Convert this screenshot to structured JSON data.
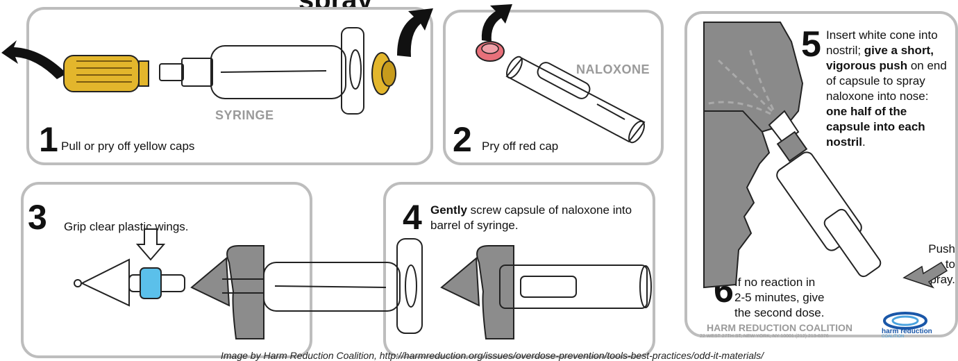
{
  "title_partial": "spray",
  "steps": [
    {
      "number": "1",
      "text": "Pull or pry off yellow caps",
      "component_label": "SYRINGE"
    },
    {
      "number": "2",
      "text": "Pry off red cap",
      "component_label": "NALOXONE"
    },
    {
      "number": "3",
      "text": "Grip clear plastic wings."
    },
    {
      "number": "4",
      "bold": "Gently",
      "text": " screw capsule of naloxone into barrel of syringe."
    },
    {
      "number": "5",
      "lines": [
        {
          "t": "Insert white cone into",
          "b": false
        },
        {
          "t": "nostril; ",
          "b": false
        },
        {
          "t": "give a short,",
          "b": true
        },
        {
          "t": "vigorous push",
          "b": true
        },
        {
          "t": " on end",
          "b": false
        },
        {
          "t": "of capsule to spray",
          "b": false
        },
        {
          "t": "naloxone into nose:",
          "b": false
        },
        {
          "t": "one half of the",
          "b": true
        },
        {
          "t": "capsule into each",
          "b": true
        },
        {
          "t": "nostril",
          "b": true
        },
        {
          "t": ".",
          "b": false
        }
      ],
      "push_label_1": "Push to",
      "push_label_2": "spray."
    },
    {
      "number": "6",
      "line1": "If no reaction in",
      "line2": "2-5 minutes, give",
      "line3": "the second dose."
    }
  ],
  "org": {
    "name": "HARM REDUCTION COALITION",
    "address": "22 WEST 27TH ST, NEW YORK, NY 10001 (212) 213-6376",
    "logo_line1": "harm reduction",
    "logo_line2": "COALITION"
  },
  "caption": "Image by Harm Reduction Coalition, http://harmreduction.org/issues/overdose-prevention/tools-best-practices/odd-it-materials/",
  "colors": {
    "border": "#bdbdbd",
    "yellow": "#e3b62c",
    "red_cap": "#e8707a",
    "blue_wing": "#5bc0ea",
    "grey_arrow": "#8c8c8c",
    "face": "#8a8a8a"
  }
}
